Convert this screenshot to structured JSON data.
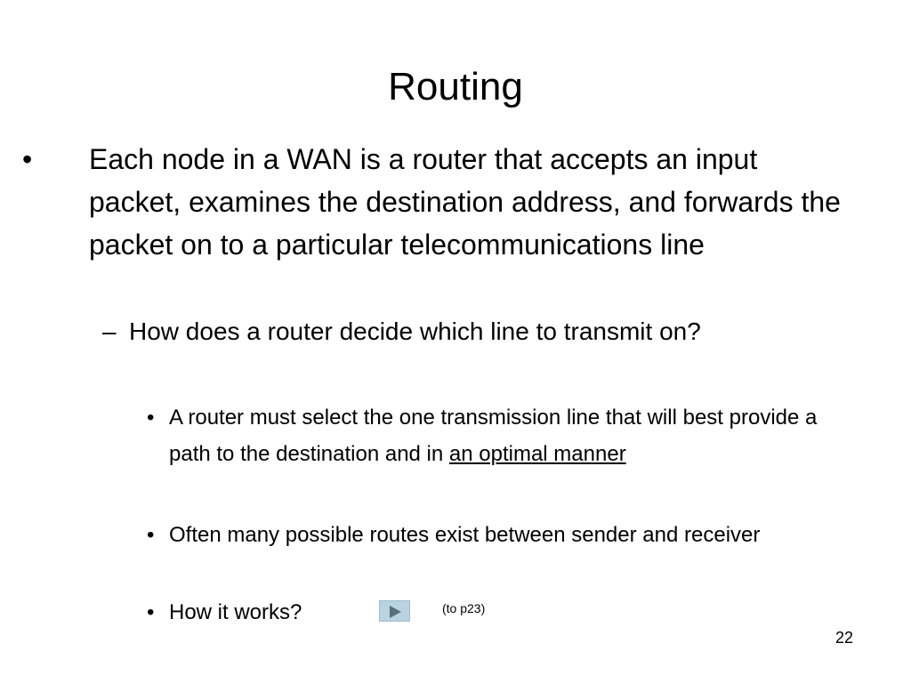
{
  "slide": {
    "title": "Routing",
    "bullet1": {
      "marker": "•",
      "text": "Each node in a WAN is a router that accepts an input packet, examines the destination address, and forwards the packet on to a particular telecommunications line"
    },
    "subbullet1": {
      "marker": "–",
      "text": "How does a router decide which line to transmit on?"
    },
    "subsub": [
      {
        "marker": "•",
        "text": "A router must select the one transmission line that will best provide a path to the destination and in ",
        "link_text": "an optimal manner"
      },
      {
        "marker": "•",
        "text": "Often many possible routes exist between sender and receiver"
      },
      {
        "marker": "•",
        "text": "How it works?"
      }
    ],
    "nav_button_icon": "play-icon",
    "to_page_note": "(to p23)",
    "page_number": "22"
  }
}
